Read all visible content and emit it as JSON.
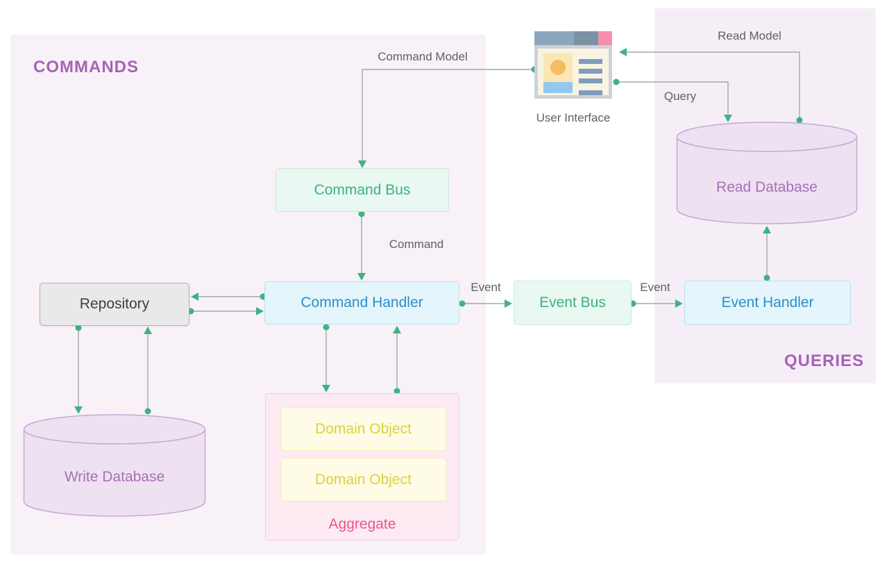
{
  "panels": {
    "commands": {
      "title": "COMMANDS"
    },
    "queries": {
      "title": "QUERIES"
    }
  },
  "nodes": {
    "user_interface": {
      "label": "User Interface",
      "icon": "browser-window-icon"
    },
    "command_bus": {
      "label": "Command Bus"
    },
    "command_handler": {
      "label": "Command Handler"
    },
    "repository": {
      "label": "Repository"
    },
    "event_bus": {
      "label": "Event Bus"
    },
    "event_handler": {
      "label": "Event Handler"
    },
    "write_database": {
      "label": "Write Database"
    },
    "read_database": {
      "label": "Read Database"
    },
    "aggregate": {
      "label": "Aggregate"
    },
    "domain_object_1": {
      "label": "Domain Object"
    },
    "domain_object_2": {
      "label": "Domain Object"
    }
  },
  "edges": {
    "command_model": {
      "label": "Command Model"
    },
    "query": {
      "label": "Query"
    },
    "read_model": {
      "label": "Read Model"
    },
    "command": {
      "label": "Command"
    },
    "event_to_bus": {
      "label": "Event"
    },
    "event_to_handler": {
      "label": "Event"
    }
  },
  "colors": {
    "section_title": "#a762b6",
    "bus_green_text": "#3bb184",
    "bus_green_fill": "#e9f8f1",
    "handler_blue_text": "#2a8fc9",
    "handler_blue_fill": "#e4f5fc",
    "repository_gray_fill": "#e9e9e9",
    "database_purple_text": "#a76fb8",
    "database_purple_fill": "#eee1f1",
    "aggregate_pink_text": "#e9568c",
    "aggregate_pink_fill": "#fdeaf2",
    "domain_yellow_text": "#ddd13b",
    "domain_yellow_fill": "#fefce6",
    "connector_gray": "#a2a7ac",
    "connector_accent_green": "#3db386",
    "panel_background": "#f8f1f8"
  }
}
